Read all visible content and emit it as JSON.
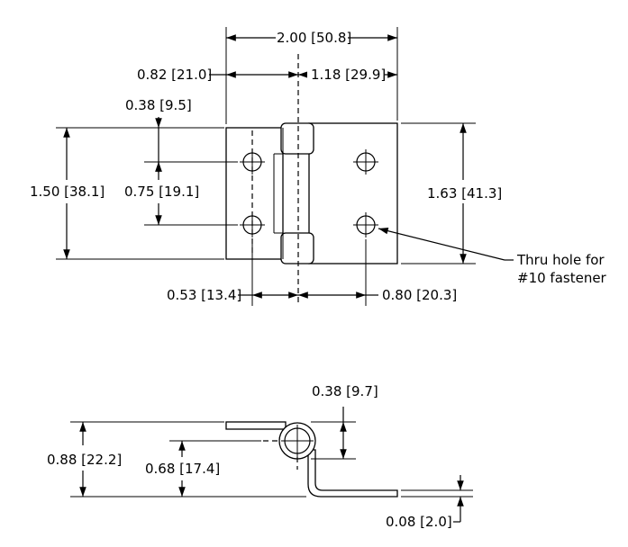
{
  "top_view": {
    "dim_overall_width": "2.00 [50.8]",
    "dim_left_to_pin": "0.82 [21.0]",
    "dim_pin_to_right": "1.18 [29.9]",
    "dim_hole_edge": "0.38 [9.5]",
    "dim_left_height": "1.50 [38.1]",
    "dim_hole_spacing": "0.75 [19.1]",
    "dim_right_height": "1.63 [41.3]",
    "dim_hole_to_pin_left": "0.53 [13.4]",
    "dim_pin_to_hole_right": "0.80 [20.3]",
    "callout_line1": "Thru hole for",
    "callout_line2": "#10 fastener"
  },
  "side_view": {
    "dim_pin_dia": "0.38 [9.7]",
    "dim_overall_height": "0.88 [22.2]",
    "dim_pin_center_height": "0.68 [17.4]",
    "dim_thickness": "0.08 [2.0]"
  }
}
